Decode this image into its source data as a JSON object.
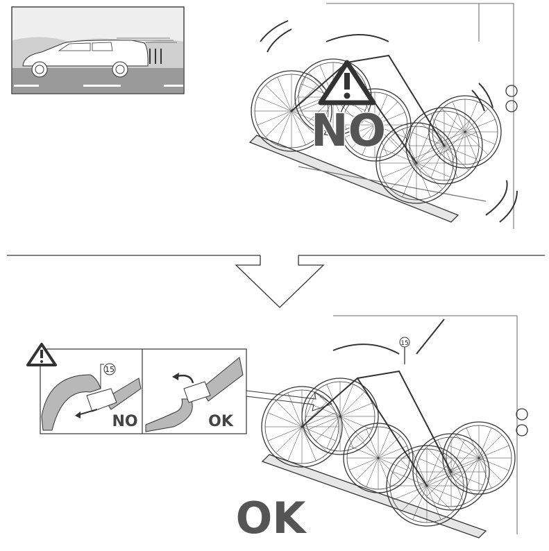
{
  "top_panel": {
    "scene_icon": "car-with-rear-bike-rack",
    "warning_icon": "warning-triangle-icon",
    "verdict": "NO"
  },
  "bottom_panel": {
    "inset": {
      "warning_icon": "warning-triangle-icon",
      "part_number": "15",
      "left_verdict": "NO",
      "right_verdict": "OK"
    },
    "part_number": "15",
    "verdict": "OK"
  },
  "colors": {
    "ink": "#222222",
    "label": "#555555",
    "strap": "#b8b8b8",
    "road": "#9a9a9a"
  }
}
